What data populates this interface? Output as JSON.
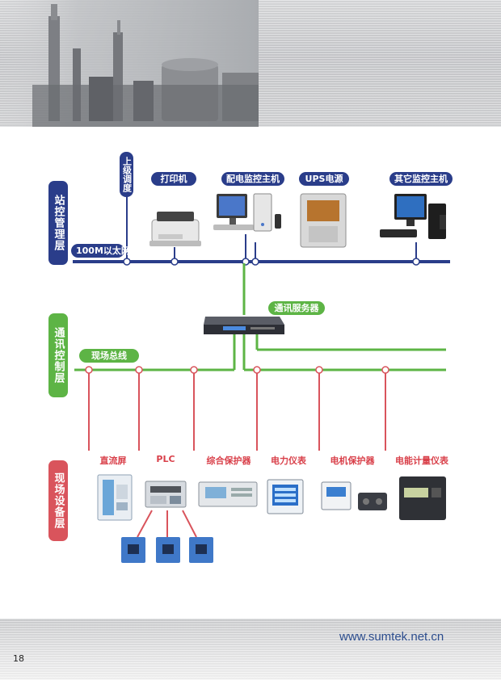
{
  "layers": {
    "station": "站控管理层",
    "comm": "通讯控制层",
    "field": "现场设备层"
  },
  "station_layer": {
    "network_label": "100M以太网",
    "upper_dispatch": "上级调度",
    "devices": {
      "printer": "打印机",
      "distribution_host": "配电监控主机",
      "ups": "UPS电源",
      "other_host": "其它监控主机"
    }
  },
  "comm_layer": {
    "server_label": "通讯服务器",
    "bus_label": "现场总线"
  },
  "field_layer": {
    "devices": {
      "dc_panel": "直流屏",
      "plc": "PLC",
      "protection": "综合保护器",
      "power_meter": "电力仪表",
      "motor_protector": "电机保护器",
      "energy_meter": "电能计量仪表"
    }
  },
  "footer": {
    "website": "www.sumtek.net.cn",
    "page_number": "18"
  },
  "colors": {
    "station_blue": "#2a3d8a",
    "comm_green": "#5db445",
    "field_red": "#d9545c"
  }
}
